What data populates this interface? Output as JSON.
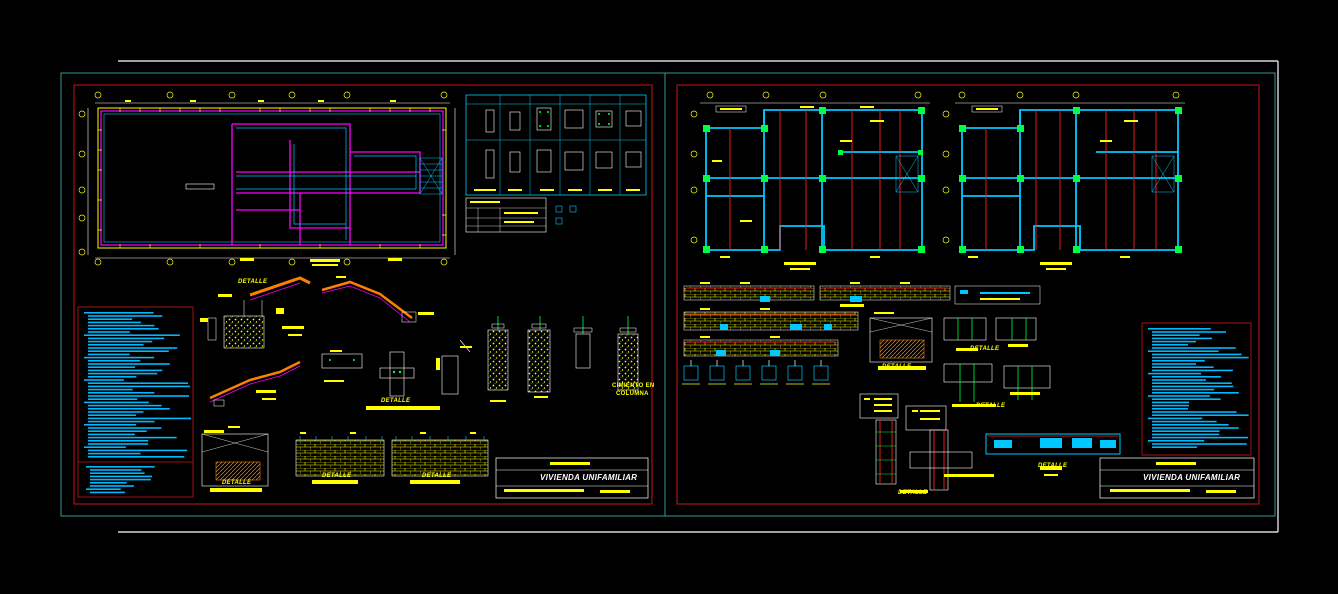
{
  "sheets": [
    {
      "id": "sheet-left",
      "title_block": {
        "project": "VIVIENDA UNIFAMILIAR"
      },
      "labels": {
        "detalle_1": "DETALLE",
        "detalle_2": "DETALLE",
        "detalle_3": "DETALLE",
        "detalle_4": "DETALLE",
        "detalle_5": "DETALLE",
        "cimiento_en_columna": "CIMIENTO EN",
        "columna": "COLUMNA"
      }
    },
    {
      "id": "sheet-right",
      "title_block": {
        "project": "VIVIENDA UNIFAMILIAR"
      },
      "labels": {
        "detalle_1": "DETALLE",
        "detalle_2": "DETALLE",
        "detalle_3": "DETALLE",
        "detalle_4": "DETALLE",
        "detalle_5": "DETALLE"
      }
    }
  ],
  "colors": {
    "background": "#000000",
    "frame_outer": "#ffffff",
    "frame_inner": "#2f9a8f",
    "sheet_border": "#c8141e",
    "wall": "#ffff00",
    "beam": "#00c8ff",
    "column": "#00ff40",
    "axis": "#ff00ff",
    "rebar": "#ff2020",
    "notes": "#00b8ff"
  }
}
